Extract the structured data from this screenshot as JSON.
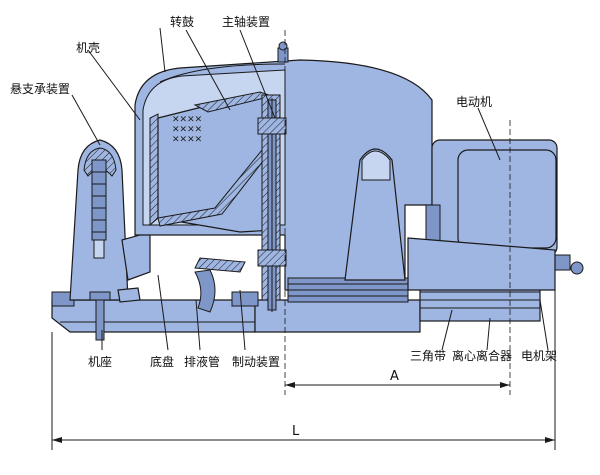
{
  "labels": {
    "zhuangu": "转鼓",
    "zhuzhou": "主轴装置",
    "jike": "机壳",
    "xuanzhi": "悬支承装置",
    "diandongji": "电动机",
    "jizuo": "机座",
    "dipan": "底盘",
    "paiyeguan": "排液管",
    "zhidong": "制动装置",
    "sanjiaodai": "三角带",
    "lixinlihe": "离心离合器",
    "dianjijia": "电机架"
  },
  "dimensions": {
    "a": "A",
    "l": "L"
  },
  "colors": {
    "body": "#9fb6e3",
    "dark": "#7f97c8",
    "light": "#c6d5f0",
    "line": "#1a1a1a"
  }
}
